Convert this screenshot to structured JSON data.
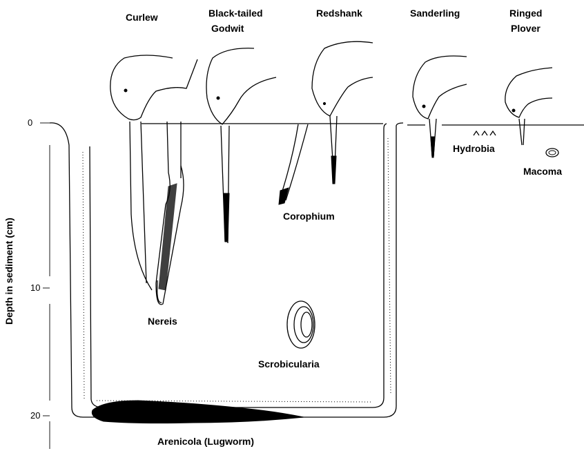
{
  "birds": [
    {
      "name": "Curlew",
      "lines": [
        "Curlew"
      ]
    },
    {
      "name": "Black-tailed Godwit",
      "lines": [
        "Black-tailed",
        "Godwit"
      ]
    },
    {
      "name": "Redshank",
      "lines": [
        "Redshank"
      ]
    },
    {
      "name": "Sanderling",
      "lines": [
        "Sanderling"
      ]
    },
    {
      "name": "Ringed Plover",
      "lines": [
        "Ringed",
        "Plover"
      ]
    }
  ],
  "prey": {
    "hydrobia": "Hydrobia",
    "macoma": "Macoma",
    "corophium": "Corophium",
    "nereis": "Nereis",
    "scrobicularia": "Scrobicularia",
    "arenicola": "Arenicola (Lugworm)"
  },
  "axis": {
    "label": "Depth in sediment (cm)",
    "ticks": [
      "0",
      "10",
      "20"
    ]
  }
}
